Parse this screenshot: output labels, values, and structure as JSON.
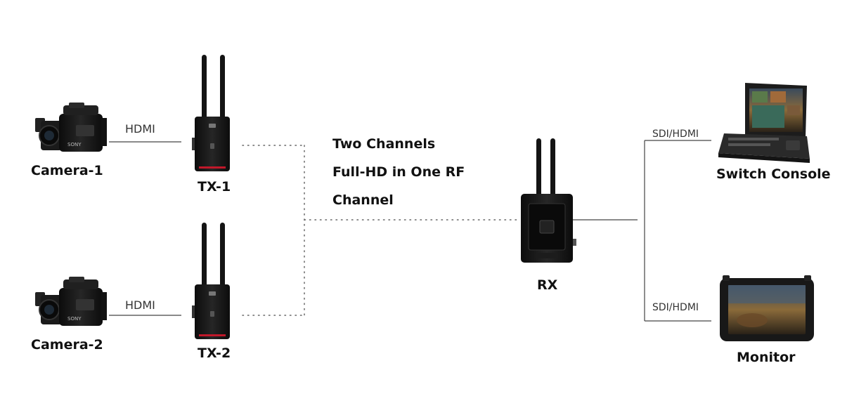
{
  "devices": {
    "camera1": {
      "label": "Camera-1",
      "icon": "video-camera-icon"
    },
    "camera2": {
      "label": "Camera-2",
      "icon": "video-camera-icon"
    },
    "tx1": {
      "label": "TX-1",
      "icon": "wireless-transmitter-icon"
    },
    "tx2": {
      "label": "TX-2",
      "icon": "wireless-transmitter-icon"
    },
    "rx": {
      "label": "RX",
      "icon": "wireless-receiver-icon"
    },
    "switch_console": {
      "label": "Switch Console",
      "icon": "switch-console-icon"
    },
    "monitor": {
      "label": "Monitor",
      "icon": "field-monitor-icon"
    }
  },
  "links": {
    "cam1_tx1": "HDMI",
    "cam2_tx2": "HDMI",
    "rx_console": "SDI/HDMI",
    "rx_monitor": "SDI/HDMI"
  },
  "wireless_note": {
    "line1": "Two Channels",
    "line2": "Full-HD in One RF",
    "line3": "Channel"
  },
  "colors": {
    "device_body": "#161616",
    "accent_red": "#c0182a",
    "line": "#444444"
  }
}
